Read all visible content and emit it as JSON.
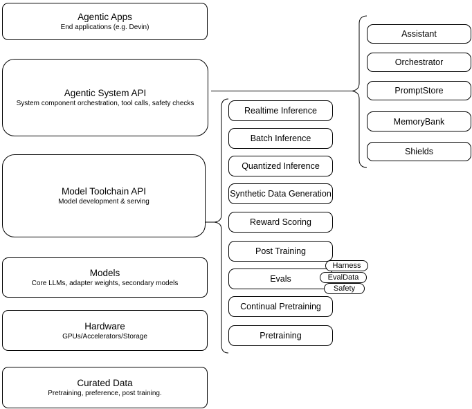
{
  "diagram": {
    "title_hint": "Agentic AI system stack diagram",
    "colors": {
      "stroke": "#000000",
      "fill": "#ffffff",
      "text": "#000000"
    },
    "stack": [
      {
        "title": "Agentic Apps",
        "subtitle": "End applications (e.g. Devin)"
      },
      {
        "title": "Agentic System API",
        "subtitle": "System component orchestration, tool calls, safety checks"
      },
      {
        "title": "Model Toolchain API",
        "subtitle": "Model development & serving"
      },
      {
        "title": "Models",
        "subtitle": "Core LLMs, adapter weights, secondary models"
      },
      {
        "title": "Hardware",
        "subtitle": "GPUs/Accelerators/Storage"
      },
      {
        "title": "Curated Data",
        "subtitle": "Pretraining, preference, post training."
      }
    ],
    "toolchain_services": [
      {
        "label": "Realtime Inference"
      },
      {
        "label": "Batch Inference"
      },
      {
        "label": "Quantized Inference"
      },
      {
        "label": "Synthetic Data Generation"
      },
      {
        "label": "Reward Scoring"
      },
      {
        "label": "Post Training"
      },
      {
        "label": "Evals"
      },
      {
        "label": "Continual Pretraining"
      },
      {
        "label": "Pretraining"
      }
    ],
    "eval_tags": [
      {
        "label": "Harness"
      },
      {
        "label": "EvalData"
      },
      {
        "label": "Safety"
      }
    ],
    "system_components": [
      {
        "label": "Assistant"
      },
      {
        "label": "Orchestrator"
      },
      {
        "label": "PromptStore"
      },
      {
        "label": "MemoryBank"
      },
      {
        "label": "Shields"
      }
    ]
  }
}
